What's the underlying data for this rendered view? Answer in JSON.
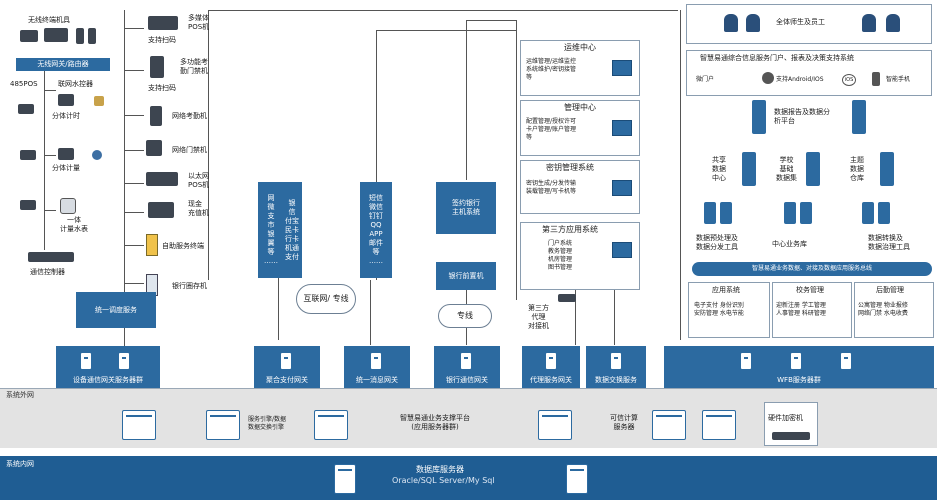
{
  "left_devices": {
    "wireless_terminal": "无线终端机具",
    "gateway_router": "无线网关/路由器",
    "pos485": "485POS",
    "water_controller": "联网水控器",
    "timer1": "分体计时",
    "timer2": "分体计量",
    "water_meter": "一体\n计量水表",
    "comm_controller": "通信控制器",
    "multimedia_pos": "多媒体\nPOS机",
    "scan_support1": "支持扫码",
    "multi_door": "多功能考\n勤门禁机",
    "scan_support2": "支持扫码",
    "net_attendance": "网络考勤机",
    "net_door": "网络门禁机",
    "ethernet_pos": "以太网\nPOS机",
    "cash_recharge": "现金\n充值机",
    "self_service": "自助服务终端",
    "bank_deposit": "银行圈存机"
  },
  "mid_blocks": {
    "payment_list": "网\n微\n支\n市\n银\n翼\n等\n……",
    "payment_list2": "银\n信\n付宝\n民卡\n行卡\n机通\n支付\n",
    "message_list": "短信\n微信\n钉钉\nQQ\nAPP\n邮件\n等\n……",
    "bank_host": "签约银行\n主机系统",
    "bank_front": "银行前置机",
    "cloud_internet": "互联网/\n专线",
    "cloud_private": "专线",
    "third_party_proxy": "第三方\n代理\n对接机"
  },
  "gateways": {
    "unified_schedule": "统一调度服务",
    "device_gateway": "设备通信网关服务器群",
    "agg_payment": "聚合支付网关",
    "unified_msg": "统一消息网关",
    "bank_gateway": "银行通信网关",
    "proxy_gateway": "代理服务网关",
    "data_exchange": "数据交换服务",
    "wfb_cluster": "WFB服务器群"
  },
  "right_panel": {
    "ops_title": "运维中心",
    "ops_text": "运维管理/运维监控\n系统维护/密钥接管\n等",
    "mgmt_title": "管理中心",
    "mgmt_text": "配置管理/授权许可\n卡户管理/账户管理\n等",
    "key_title": "密钥管理系统",
    "key_text": "密钥生成/分发传输\n装载管理/写卡机等",
    "third_title": "第三方应用系统",
    "third_text": "门户系统\n教务管理\n机房管理\n图书管理",
    "users": "全体师生及员工",
    "portal_title": "智慧易通综合信息服务门户、报表及决策支持系统",
    "portal_items": [
      "微门户",
      "支持Android/IOS",
      "智能手机"
    ],
    "report_platform": "数据报告及数据分\n析平台",
    "shared_center": "共享\n数据\n中心",
    "school_base": "学校\n基础\n数据集",
    "topic_warehouse": "主题\n数据\n仓库",
    "preprocess": "数据预处理及\n数据分发工具",
    "business_db": "中心业务库",
    "convert_tools": "数据转换及\n数据治理工具",
    "bus_strip": "智慧易通业务数据、对接及数据应用服务总线",
    "app_title": "应用系统",
    "app_text": "电子支付 身份识别\n安防管理 水电节能",
    "campus_title": "校务管理",
    "campus_text": "迎新注册 学工管理\n人事管理 科研管理",
    "logistics_title": "后勤管理",
    "logistics_text": "公寓管理 物业报修\n网络门禁 水电收费"
  },
  "bands": {
    "external": "系统外网",
    "internal": "系统内网",
    "middleware_left": "服务引擎/数据\n数据交换引擎",
    "platform": "智慧易通业务支撑平台\n(应用服务器群)",
    "trusted": "可信计算\n服务器",
    "hardware_enc": "硬件加密机",
    "db_server": "数据库服务器",
    "db_engine": "Oracle/SQL Server/My Sql"
  },
  "colors": {
    "primary_blue": "#2c6aa0",
    "internal_band": "#1f5d93",
    "external_band": "#e3e3e3"
  }
}
